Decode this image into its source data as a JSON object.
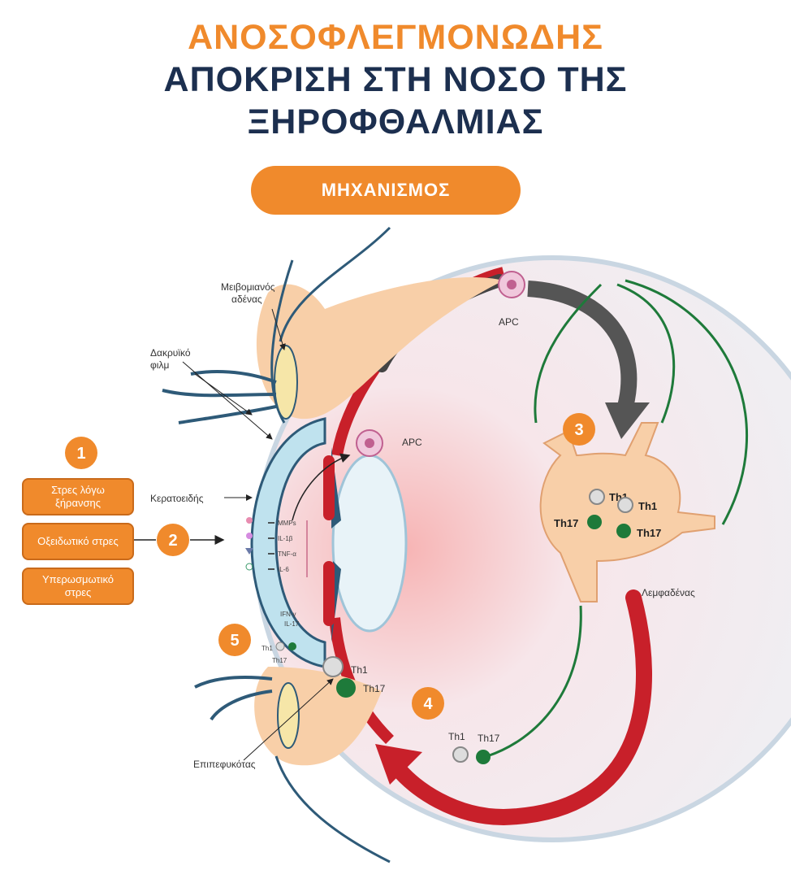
{
  "title": {
    "line1": "ΑΝΟΣΟΦΛΕΓΜΟΝΩΔΗΣ",
    "line2": "ΑΠΟΚΡΙΣΗ ΣΤΗ ΝΟΣΟ ΤΗΣ",
    "line3": "ΞΗΡΟΦΘΑΛΜΙΑΣ"
  },
  "section_pill": "ΜΗΧΑΝΙΣΜΟΣ",
  "steps": [
    "1",
    "2",
    "3",
    "4",
    "5"
  ],
  "stress_boxes": [
    "Στρες λόγω ξήρανσης",
    "Οξειδωτικό στρες",
    "Υπερωσμωτικό στρες"
  ],
  "labels": {
    "meibomian": [
      "Μειβομιανός",
      "αδένας"
    ],
    "tear_film": [
      "Δακρυϊκό",
      "φιλμ"
    ],
    "cornea": "Κερατοειδής",
    "apc_top": "APC",
    "apc_mid": "APC",
    "lymph_node": "Λεμφαδένας",
    "conjunctiva": "Επιπεφυκότας"
  },
  "cytokines": [
    "MMPs",
    "IL-1β",
    "TNF-α",
    "IL-6"
  ],
  "effector_cytokines": [
    "IFN-γ",
    "IL-17"
  ],
  "cells": {
    "th1": "Th1",
    "th17": "Th17"
  },
  "colors": {
    "orange": "#f08a2c",
    "navy": "#1c2f4f",
    "red": "#c8202a",
    "green": "#1e7a3a",
    "peach": "#f8cfa8"
  }
}
